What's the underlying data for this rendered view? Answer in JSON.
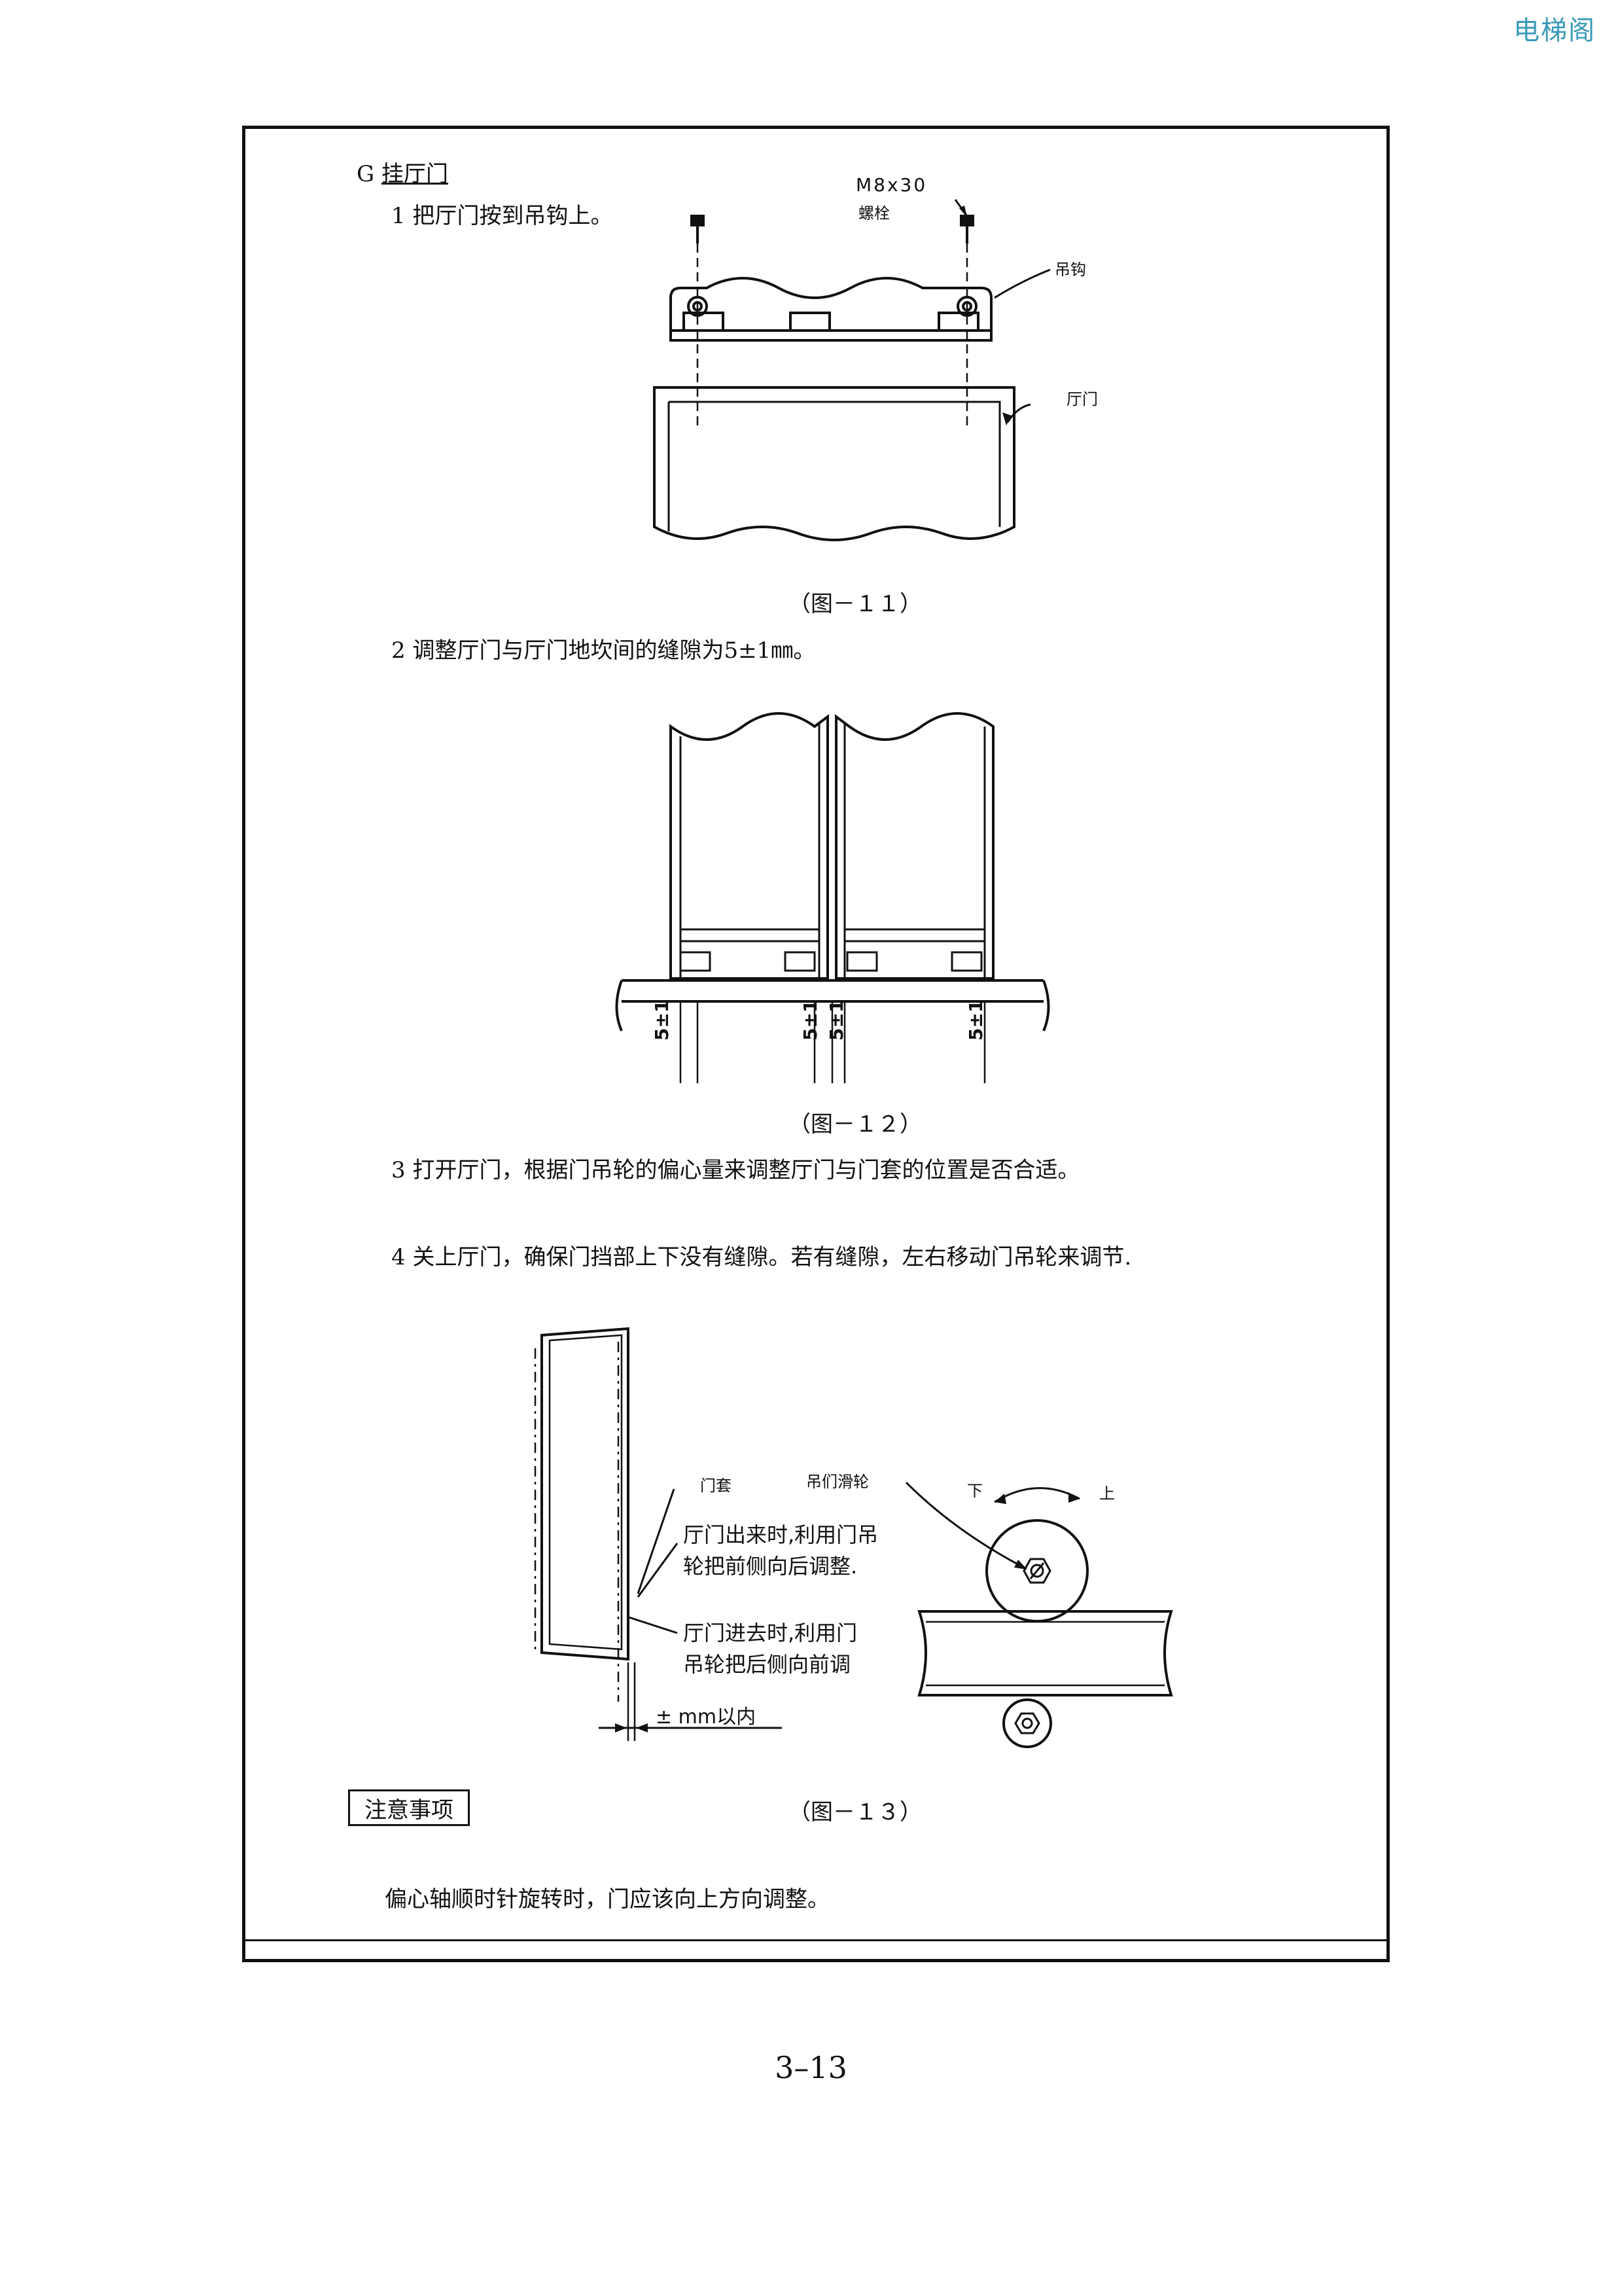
{
  "watermark": "电梯阁",
  "section": {
    "letter": "G",
    "title": "挂厅门"
  },
  "steps": {
    "s1": "1 把厅门按到吊钩上。",
    "s2": "2 调整厅门与厅门地坎间的缝隙为5±1㎜。",
    "s3": "3 打开厅门，根据门吊轮的偏心量来调整厅门与门套的位置是否合适。",
    "s4": "4 关上厅门，确保门挡部上下没有缝隙。若有缝隙，左右移动门吊轮来调节."
  },
  "figures": {
    "fig11": {
      "caption": "（图－１１）",
      "bolt_spec": "M8x30",
      "bolt_label": "螺栓",
      "hook_label": "吊钩",
      "door_label": "厅门"
    },
    "fig12": {
      "caption": "（图－１２）",
      "gap_labels": [
        "5±1",
        "5±1",
        "5±1",
        "5±1"
      ]
    },
    "fig13": {
      "caption": "（图－１３）",
      "frame_label": "门套",
      "pulley_label": "吊们滑轮",
      "down_label": "下",
      "up_label": "上",
      "out_note_line1": "厅门出来时,利用门吊",
      "out_note_line2": "轮把前侧向后调整.",
      "in_note_line1": "厅门进去时,利用门",
      "in_note_line2": "吊轮把后侧向前调",
      "tolerance": "±   mm以内"
    }
  },
  "note": {
    "heading": "注意事项",
    "text": "偏心轴顺时针旋转时，门应该向上方向调整。"
  },
  "page_number": "3–13"
}
